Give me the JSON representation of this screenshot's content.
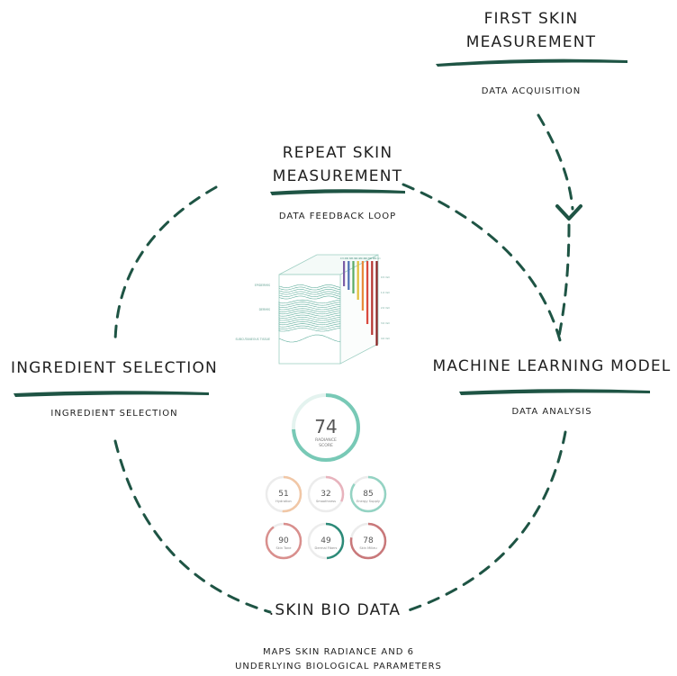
{
  "colors": {
    "accent": "#1e5444",
    "teal": "#78c9b6",
    "peach": "#f1c7a6",
    "pink": "#e8b3bd",
    "red": "#d98f8d"
  },
  "stages": {
    "first": {
      "title_line1": "FIRST SKIN",
      "title_line2": "MEASUREMENT",
      "subtitle": "DATA ACQUISITION"
    },
    "repeat": {
      "title_line1": "REPEAT SKIN",
      "title_line2": "MEASUREMENT",
      "subtitle": "DATA FEEDBACK LOOP"
    },
    "ingredient": {
      "title": "INGREDIENT SELECTION",
      "subtitle": "INGREDIENT SELECTION"
    },
    "ml": {
      "title": "MACHINE LEARNING MODEL",
      "subtitle": "DATA ANALYSIS"
    },
    "bio": {
      "title": ".SKIN BIO DATA",
      "subtitle_line1": "MAPS SKIN RADIANCE AND 6",
      "subtitle_line2": "UNDERLYING BIOLOGICAL PARAMETERS"
    }
  },
  "skin_diagram": {
    "layers": [
      "EPIDERMIS",
      "DERMIS",
      "SUBCUTANEOUS TISSUE"
    ],
    "wavelength_labels": [
      "405 nm",
      "470 nm",
      "525 nm",
      "590 nm",
      "630 nm",
      "660 nm",
      "740 nm",
      "810 nm"
    ],
    "depth_labels": [
      "0.5 mm",
      "1.0 mm",
      "2.0 mm",
      "3.0 mm",
      "4.0 mm"
    ],
    "beam_colors": [
      "#7b5ea7",
      "#4d6fb5",
      "#5bab65",
      "#e1c03b",
      "#e88b3b",
      "#d9493d",
      "#b5332e",
      "#8a2323"
    ]
  },
  "radiance": {
    "value": "74",
    "label_line1": "RADIANCE",
    "label_line2": "SCORE",
    "fraction": 0.74
  },
  "parameters": [
    {
      "value": "51",
      "label": "Hydration",
      "fraction": 0.51,
      "color": "#f1c7a6"
    },
    {
      "value": "32",
      "label": "Smoothness",
      "fraction": 0.32,
      "color": "#e8b3bd"
    },
    {
      "value": "85",
      "label": "Energy Supply",
      "fraction": 0.85,
      "color": "#94d3c3"
    },
    {
      "value": "90",
      "label": "Skin Tone",
      "fraction": 0.9,
      "color": "#d98f8d"
    },
    {
      "value": "49",
      "label": "Dermal Fibers",
      "fraction": 0.49,
      "color": "#2c8a78"
    },
    {
      "value": "78",
      "label": "Skin Milieu",
      "fraction": 0.78,
      "color": "#c9787a"
    }
  ]
}
